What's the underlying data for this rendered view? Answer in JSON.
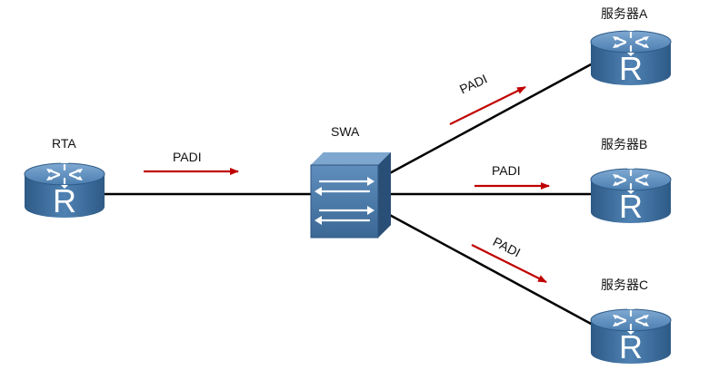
{
  "nodes": {
    "rta": {
      "label": "RTA",
      "icon": "router-icon"
    },
    "swa": {
      "label": "SWA",
      "icon": "switch-icon"
    },
    "server_a": {
      "label": "服务器A",
      "icon": "router-icon"
    },
    "server_b": {
      "label": "服务器B",
      "icon": "router-icon"
    },
    "server_c": {
      "label": "服务器C",
      "icon": "router-icon"
    }
  },
  "messages": {
    "rta_to_swa": "PADI",
    "swa_to_a": "PADI",
    "swa_to_b": "PADI",
    "swa_to_c": "PADI"
  },
  "colors": {
    "router_body": "#3d6fa0",
    "router_top": "#5b8fbf",
    "switch_body": "#4a79a8",
    "link": "#000000",
    "arrow": "#c00000"
  }
}
